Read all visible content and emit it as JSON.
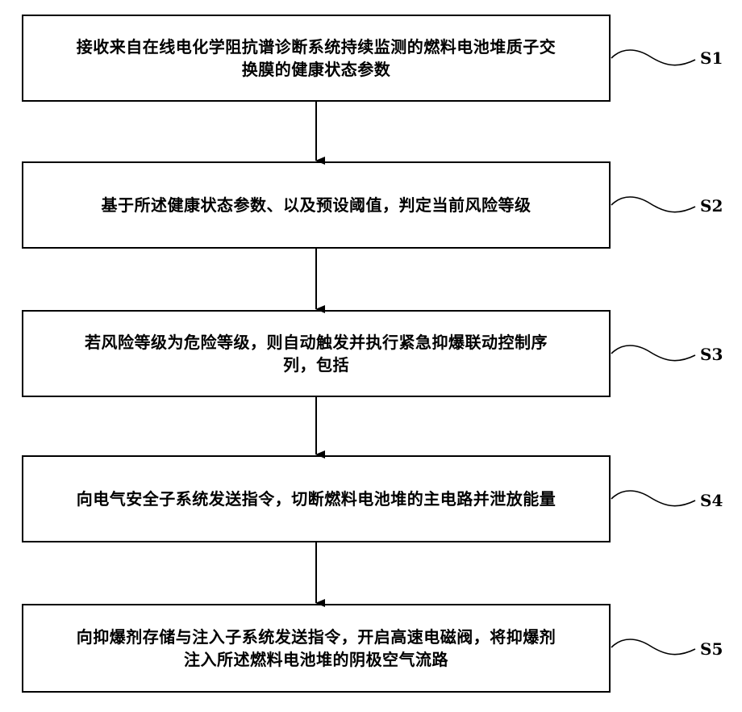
{
  "flowchart": {
    "steps": [
      {
        "id": "S1",
        "label": "S1",
        "text": "接收来自在线电化学阻抗谱诊断系统持续监测的燃料电池堆质子交\n换膜的健康状态参数"
      },
      {
        "id": "S2",
        "label": "S2",
        "text": "基于所述健康状态参数、以及预设阈值，判定当前风险等级"
      },
      {
        "id": "S3",
        "label": "S3",
        "text": "若风险等级为危险等级，则自动触发并执行紧急抑爆联动控制序\n列，包括"
      },
      {
        "id": "S4",
        "label": "S4",
        "text": "向电气安全子系统发送指令，切断燃料电池堆的主电路并泄放能量"
      },
      {
        "id": "S5",
        "label": "S5",
        "text": "向抑爆剂存储与注入子系统发送指令，开启高速电磁阀，将抑爆剂\n注入所述燃料电池堆的阴极空气流路"
      }
    ]
  }
}
